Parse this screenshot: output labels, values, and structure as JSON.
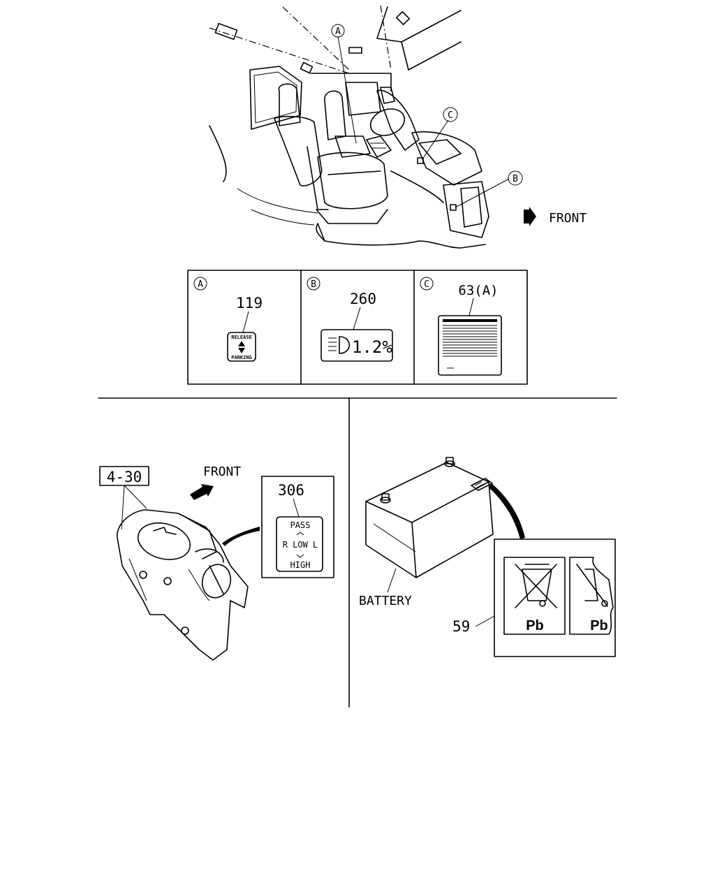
{
  "callouts": {
    "a": "A",
    "b": "B",
    "c": "C"
  },
  "front_label_top": "FRONT",
  "front_label_left": "FRONT",
  "labels": {
    "label_119": {
      "letter": "A",
      "number": "119",
      "line1": "RELEASE",
      "line2": "PARKING"
    },
    "label_260": {
      "letter": "B",
      "number": "260",
      "value": "1.2%"
    },
    "label_63a": {
      "letter": "C",
      "number": "63(A)"
    },
    "label_306": {
      "number": "306",
      "top": "PASS",
      "middle": "R LOW L",
      "bottom": "HIGH"
    },
    "label_59": {
      "number": "59",
      "symbol": "Pb"
    }
  },
  "parts": {
    "switch_part_no": "4-30",
    "battery": "BATTERY"
  }
}
